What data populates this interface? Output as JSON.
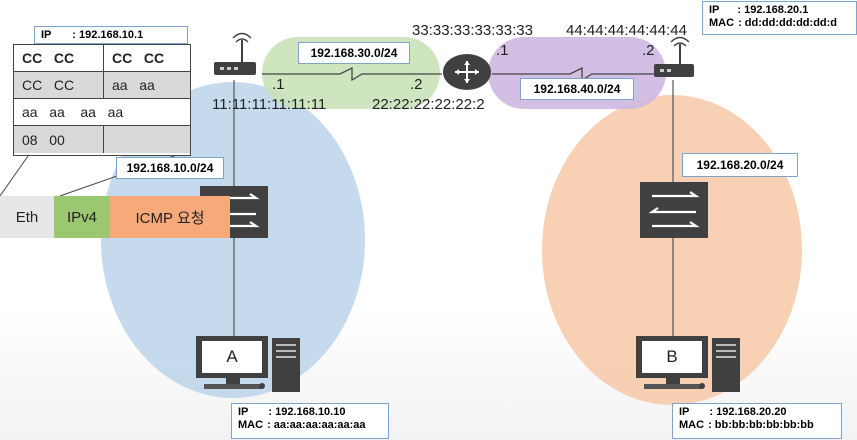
{
  "frame_header": {
    "ip_label": "IP",
    "ip_value": ": 192.168.10.1",
    "rows": [
      {
        "left": "CC   CC",
        "right": "CC   CC"
      },
      {
        "left": "CC   CC",
        "right": "aa   aa"
      },
      {
        "full": "aa   aa    aa   aa"
      },
      {
        "left": "08   00",
        "right": ""
      }
    ]
  },
  "packet": {
    "eth": "Eth",
    "ipv4": "IPv4",
    "icmp": "ICMP 요청",
    "colors": {
      "eth": "#e6e6e6",
      "ipv4": "#9ac76f",
      "icmp": "#f8a97a"
    }
  },
  "networks": {
    "net_a": "192.168.10.0/24",
    "net_b": "192.168.20.0/24",
    "net_link1": "192.168.30.0/24",
    "net_link2": "192.168.40.0/24"
  },
  "interfaces": {
    "r1_port": ".1",
    "r2_left_port": ".2",
    "r2_right_port": ".1",
    "r3_port": ".2"
  },
  "macs": {
    "r1": "11:11:11:11:11:11",
    "r2_left": "22:22:22:22:22:2",
    "r2_right": "33:33:33:33:33:33",
    "r3": "44:44:44:44:44:44"
  },
  "router_b_info": {
    "ip_label": "IP",
    "ip_value": ": 192.168.20.1",
    "mac_label": "MAC",
    "mac_value": ": dd:dd:dd:dd:dd:d"
  },
  "host_a": {
    "label": "A",
    "ip_label": "IP",
    "ip_value": ": 192.168.10.10",
    "mac_label": "MAC",
    "mac_value": ": aa:aa:aa:aa:aa:aa"
  },
  "host_b": {
    "label": "B",
    "ip_label": "IP",
    "ip_value": ": 192.168.20.20",
    "mac_label": "MAC",
    "mac_value": ": bb:bb:bb:bb:bb:bb"
  },
  "colors": {
    "zone_a": "#bcd4ea",
    "zone_b": "#f7c9a8",
    "link_green": "#c9e2b8",
    "link_purple": "#cdb8e0",
    "device": "#404040",
    "box_border": "#7fa3c9"
  }
}
